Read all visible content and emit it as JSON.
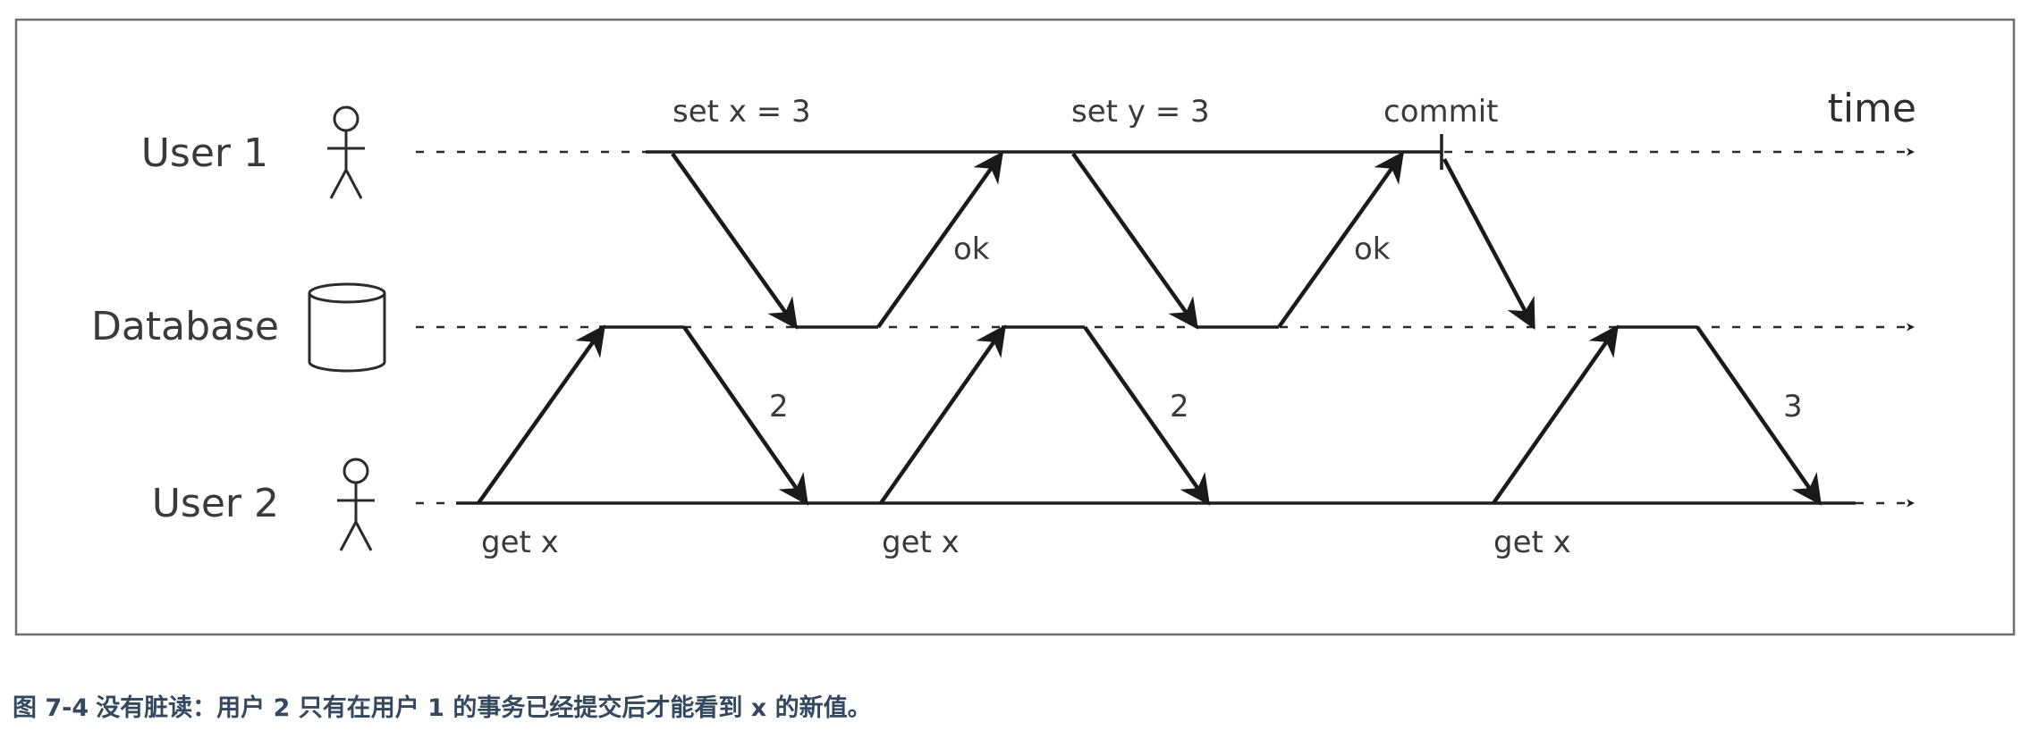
{
  "lanes": {
    "user1": "User 1",
    "database": "Database",
    "user2": "User 2"
  },
  "time_label": "time",
  "user1_ops": {
    "set_x": "set x = 3",
    "set_y": "set y = 3",
    "commit": "commit",
    "ok_1": "ok",
    "ok_2": "ok"
  },
  "user2_ops": {
    "get_x_1": "get x",
    "get_x_2": "get x",
    "get_x_3": "get x",
    "result_1": "2",
    "result_2": "2",
    "result_3": "3"
  },
  "caption": {
    "number": "图 7-4",
    "text": "没有脏读：用户 2 只有在用户 1 的事务已经提交后才能看到 x 的新值。"
  }
}
